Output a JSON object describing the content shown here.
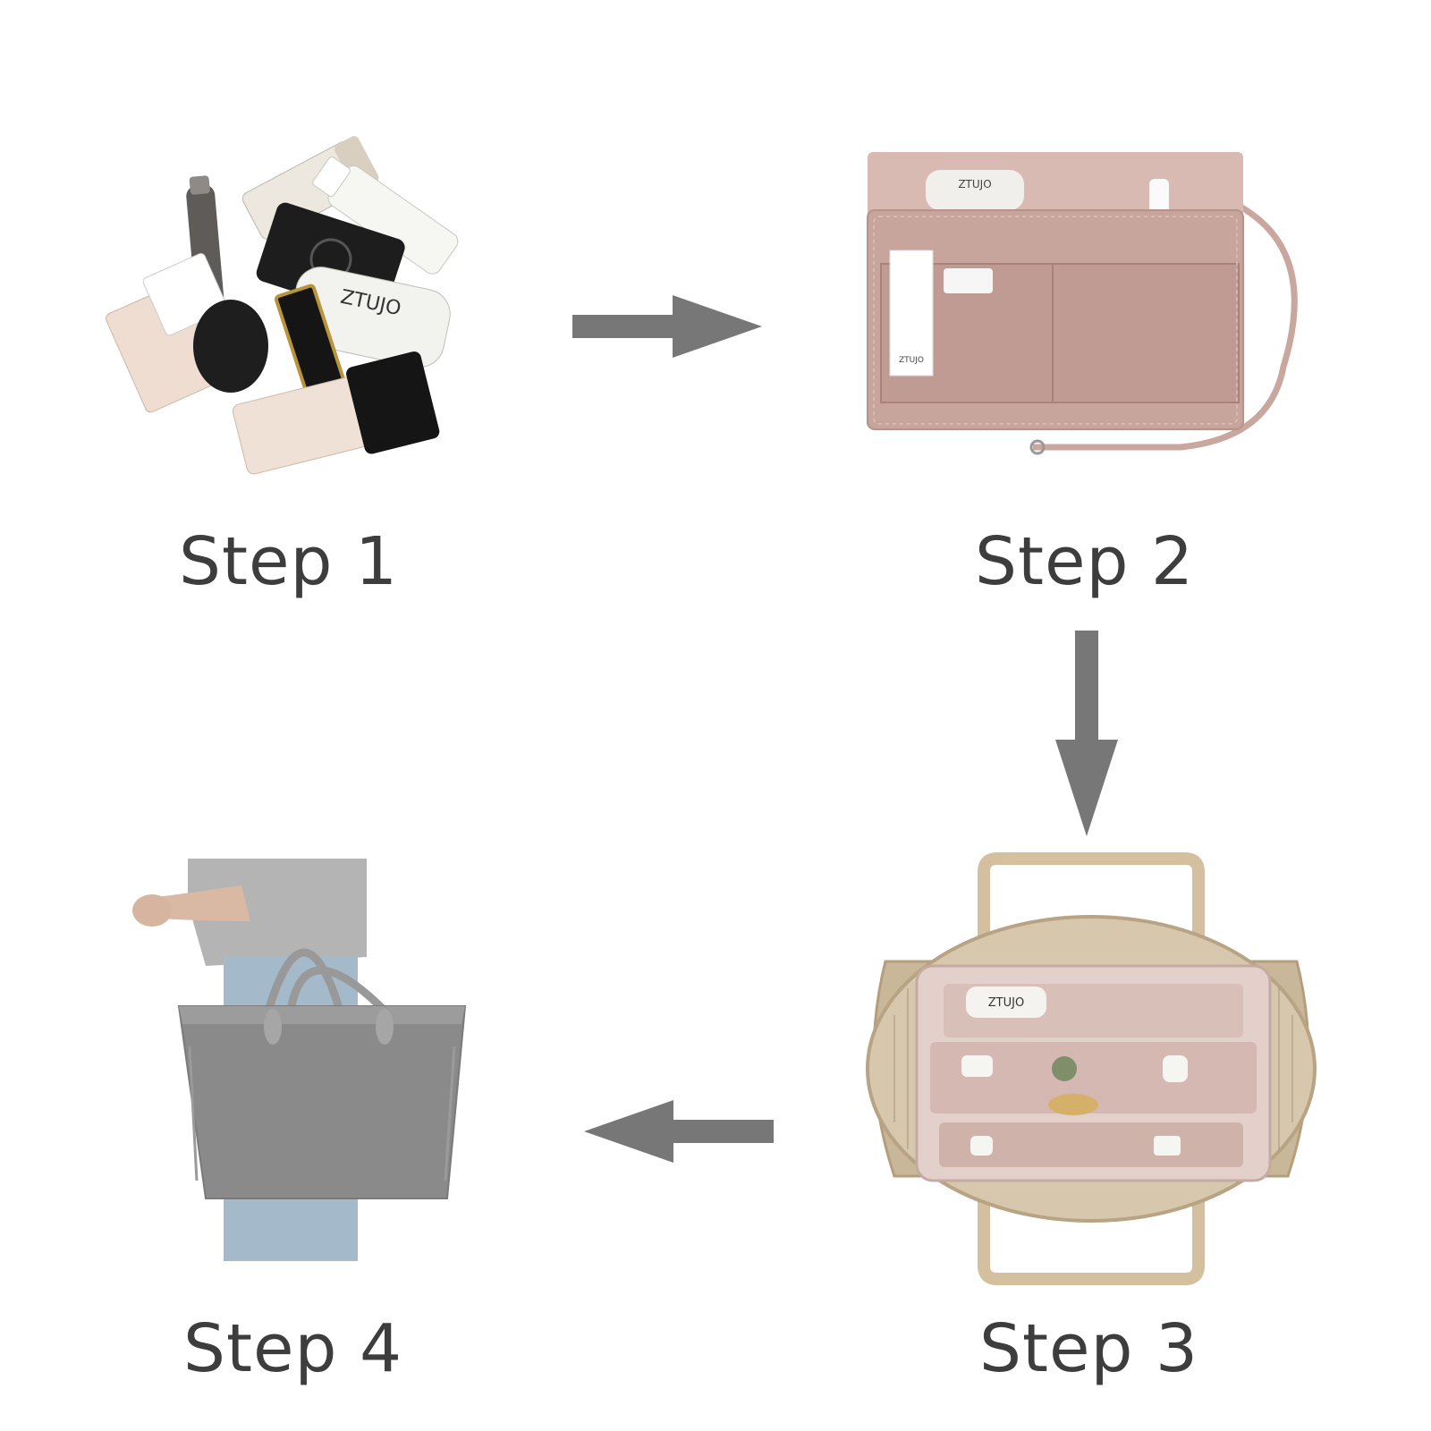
{
  "steps": [
    {
      "label": "Step 1"
    },
    {
      "label": "Step 2"
    },
    {
      "label": "Step 3"
    },
    {
      "label": "Step 4"
    }
  ],
  "brand": {
    "tag_text": "ZTUJO",
    "jar_text": "ZTUJO",
    "bottle_text": "ZTUJO"
  },
  "colors": {
    "arrow": "#777777",
    "text": "#3d3d3d",
    "felt_pink": "#c4a39b",
    "tote_grey": "#8a8a8a",
    "tote_tan": "#c9b79a"
  },
  "icons": [
    "arrow-right-icon",
    "arrow-down-icon",
    "arrow-left-icon"
  ]
}
